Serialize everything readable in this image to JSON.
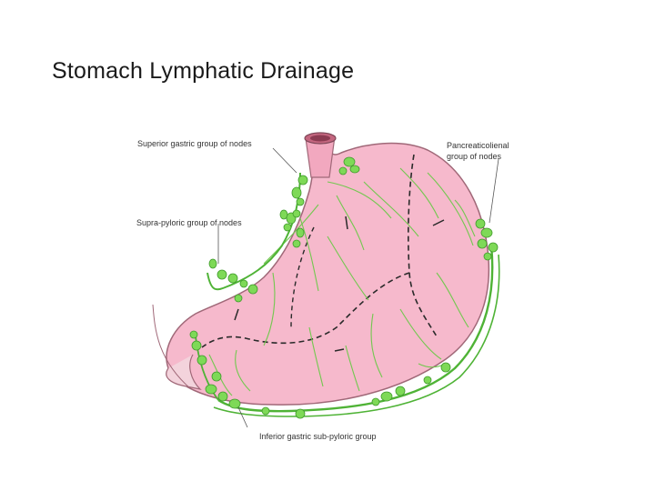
{
  "slide": {
    "title": "Stomach Lymphatic Drainage"
  },
  "diagram": {
    "labels": {
      "superior_gastric": "Superior gastric group of nodes",
      "pancreaticolienal_line1": "Pancreaticolienal",
      "pancreaticolienal_line2": "group of nodes",
      "suprapyloric": "Supra-pyloric group of nodes",
      "inferior_gastric": "Inferior gastric sub-pyloric group"
    },
    "colors": {
      "stomach_fill": "#f6b9cc",
      "stomach_stroke": "#a06878",
      "lymph_green": "#7ed957",
      "lymph_dark": "#3f9a2b",
      "zone_line": "#2a2a2a"
    }
  }
}
